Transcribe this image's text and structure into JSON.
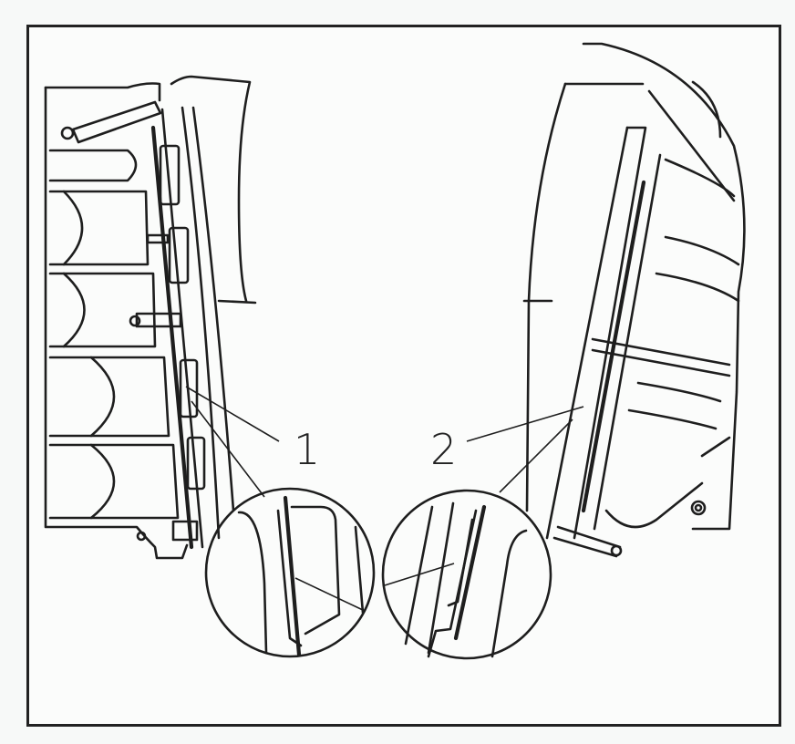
{
  "diagram": {
    "type": "technical line drawing",
    "frame_color": "#222222",
    "background_color": "#fbfcfb",
    "panels": [
      {
        "id": "left-view",
        "description": "Radiator grille side view with mounting clips and fasteners"
      },
      {
        "id": "right-view",
        "description": "Opposite side of grille assembly with frame and mounting bolt"
      }
    ],
    "callouts": [
      {
        "label": "1",
        "target": "left-detail-circle"
      },
      {
        "label": "2",
        "target": "right-detail-circle"
      }
    ],
    "detail_circles": [
      {
        "id": "left-detail-circle",
        "callout": "1"
      },
      {
        "id": "right-detail-circle",
        "callout": "2"
      }
    ]
  }
}
